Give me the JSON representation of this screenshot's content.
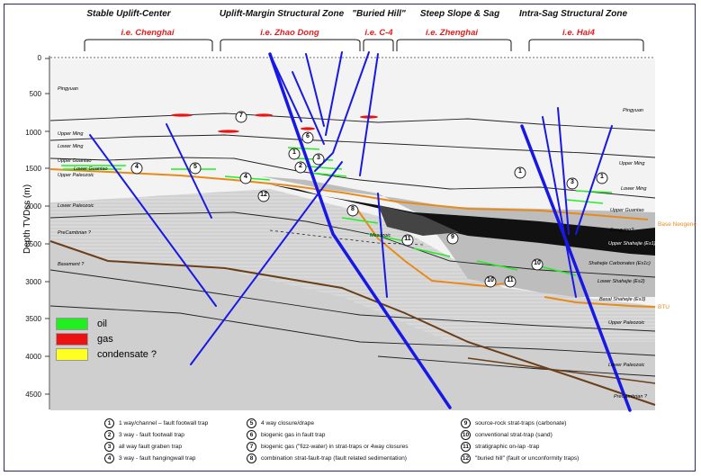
{
  "zones": [
    {
      "title": "Stable Uplift-Center",
      "subtitle": "i.e. Chenghai"
    },
    {
      "title": "Uplift-Margin Structural Zone",
      "subtitle": "i.e. Zhao Dong"
    },
    {
      "title": "\"Buried Hill\"",
      "subtitle": "i.e. C-4"
    },
    {
      "title": "Steep Slope & Sag",
      "subtitle": "i.e. Zhenghai"
    },
    {
      "title": "Intra-Sag Structural Zone",
      "subtitle": "i.e. Hai4"
    }
  ],
  "y_axis": {
    "label": "Depth TVDss (m)",
    "ticks": [
      "0",
      "500",
      "1000",
      "1500",
      "2000",
      "2500",
      "3000",
      "3500",
      "4000",
      "4500"
    ]
  },
  "layers_left": {
    "pingyuan": "Pingyuan",
    "upper_ming": "Upper Ming",
    "lower_ming": "Lower Ming",
    "upper_guantao": "Upper Guantao",
    "lower_guantao": "Lower Guantao",
    "upper_paleozoic": "Upper Paleozoic",
    "lower_paleozoic": "Lower Paleozoic",
    "precambrian": "PreCambrian ?",
    "basement": "Basement ?",
    "mesozoic": "Mesozoic"
  },
  "layers_right": {
    "pingyuan": "Pingyuan",
    "upper_ming": "Upper Ming",
    "lower_ming": "Lower Ming",
    "upper_guantao": "Upper Guantao",
    "dongying": "Dongying?",
    "upper_shahejie": "Upper Shahejie (Es1)",
    "shahejie_carb": "Shahejie Carbonates (Es1c)",
    "lower_shahejie": "Lower Shahejie (Es2)",
    "basal_shahejie": "Basal Shahejie (Es3)",
    "upper_paleozoic": "Upper Paleozoic",
    "lower_paleozoic": "Lower Paleozoic",
    "precambrian": "PreCambrian ?"
  },
  "boundary_labels": {
    "base_neogene": "Base Neogene",
    "btu": "BTU"
  },
  "legend": [
    {
      "label": "oil",
      "color": "#22ee22"
    },
    {
      "label": "gas",
      "color": "#ee1111"
    },
    {
      "label": "condensate ?",
      "color": "#ffff22"
    }
  ],
  "trap_types": [
    {
      "n": "1",
      "text": "1 way/channel – fault footwall trap"
    },
    {
      "n": "2",
      "text": "3 way - fault footwall trap"
    },
    {
      "n": "3",
      "text": "all way fault graben trap"
    },
    {
      "n": "4",
      "text": "3 way - fault hangingwall trap"
    },
    {
      "n": "5",
      "text": "4 way closure/drape"
    },
    {
      "n": "6",
      "text": "biogenic gas in fault trap"
    },
    {
      "n": "7",
      "text": "biogenic gas (\"fizz-water) in strat-traps or 4way closures"
    },
    {
      "n": "8",
      "text": "combination strat-fault-trap (fault related sedimentation)"
    },
    {
      "n": "9",
      "text": "source-rock strat-traps (carbonate)"
    },
    {
      "n": "10",
      "text": "conventional strat-trap (sand)"
    },
    {
      "n": "11",
      "text": "stratigraphic on-lap -trap"
    },
    {
      "n": "12",
      "text": "\"buried hill\" (fault or unconformity traps)"
    }
  ],
  "markers": [
    "7",
    "6",
    "1",
    "3",
    "2",
    "4",
    "5",
    "4",
    "12",
    "8",
    "11",
    "9",
    "10",
    "10",
    "11",
    "1",
    "3",
    "1"
  ]
}
